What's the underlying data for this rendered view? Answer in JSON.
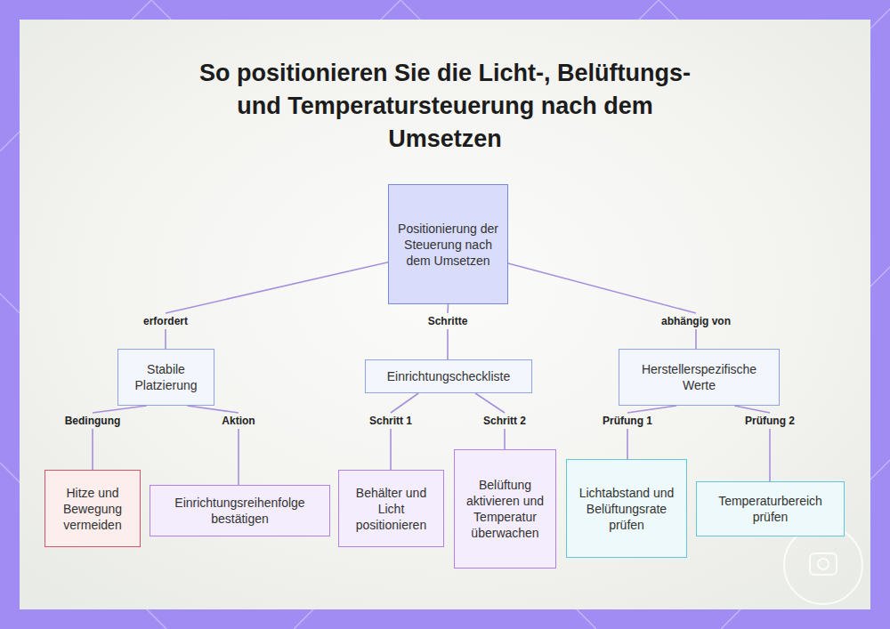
{
  "diagram": {
    "title": "So positionieren Sie die Licht-, Belüftungs- und Temperatursteuerung nach dem Umsetzen",
    "nodes": [
      {
        "text": [
          "Positionierung der Steuerung nach dem Umsetzen"
        ]
      },
      {
        "text": [
          "Stabile Platzierung"
        ]
      },
      {
        "text": [
          "Einrichtungscheckliste"
        ]
      },
      {
        "text": [
          "Herstellerspezifische Werte"
        ]
      },
      {
        "text": [
          "Hitze und Bewegung vermeiden"
        ]
      },
      {
        "text": [
          "Einrichtungsreihenfolge bestätigen"
        ]
      },
      {
        "text": [
          "Behälter und Licht positionieren"
        ]
      },
      {
        "text": [
          "Belüftung aktivieren und Temperatur überwachen"
        ]
      },
      {
        "text": [
          "Lichtabstand und Belüftungsrate prüfen"
        ]
      },
      {
        "text": [
          "Temperaturbereich prüfen"
        ]
      }
    ],
    "edges": [
      {
        "from": 0,
        "to": 1,
        "label": "erfordert",
        "arrow": "none"
      },
      {
        "from": 0,
        "to": 2,
        "label": "Schritte",
        "arrow": "none"
      },
      {
        "from": 0,
        "to": 3,
        "label": "abhängig von",
        "arrow": "none"
      },
      {
        "from": 1,
        "to": 4,
        "label": "Bedingung",
        "arrow": "none"
      },
      {
        "from": 1,
        "to": 5,
        "label": "Aktion",
        "arrow": "none"
      },
      {
        "from": 2,
        "to": 6,
        "label": "Schritt 1",
        "arrow": "none"
      },
      {
        "from": 2,
        "to": 7,
        "label": "Schritt 2",
        "arrow": "none"
      },
      {
        "from": 3,
        "to": 8,
        "label": "Prüfung 1",
        "arrow": "none"
      },
      {
        "from": 3,
        "to": 9,
        "label": "Prüfung 2",
        "arrow": "none"
      }
    ]
  }
}
